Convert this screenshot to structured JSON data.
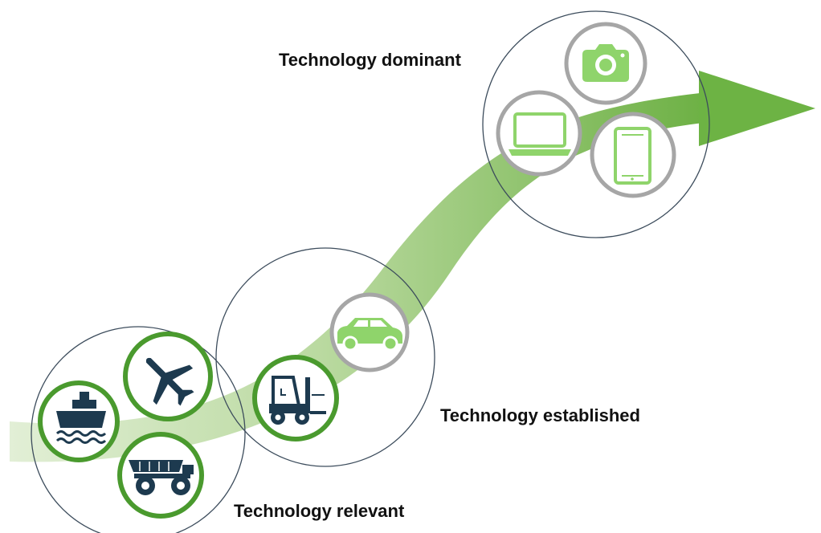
{
  "stages": {
    "dominant": {
      "label": "Technology dominant",
      "items": [
        "camera-icon",
        "laptop-icon",
        "tablet-icon"
      ]
    },
    "established": {
      "label": "Technology established",
      "items": [
        "car-icon",
        "forklift-icon"
      ]
    },
    "relevant": {
      "label": "Technology relevant",
      "items": [
        "airplane-icon",
        "ship-icon",
        "dump-truck-icon"
      ]
    }
  },
  "colors": {
    "arrow_light": "#d8e9c9",
    "arrow_dark": "#74b54a",
    "ring_green": "#4a9a2e",
    "ring_gray": "#a6a6a6",
    "icon_dark": "#1d3a4f",
    "icon_light_green": "#8fd46b",
    "outline": "#3c4c5c"
  }
}
